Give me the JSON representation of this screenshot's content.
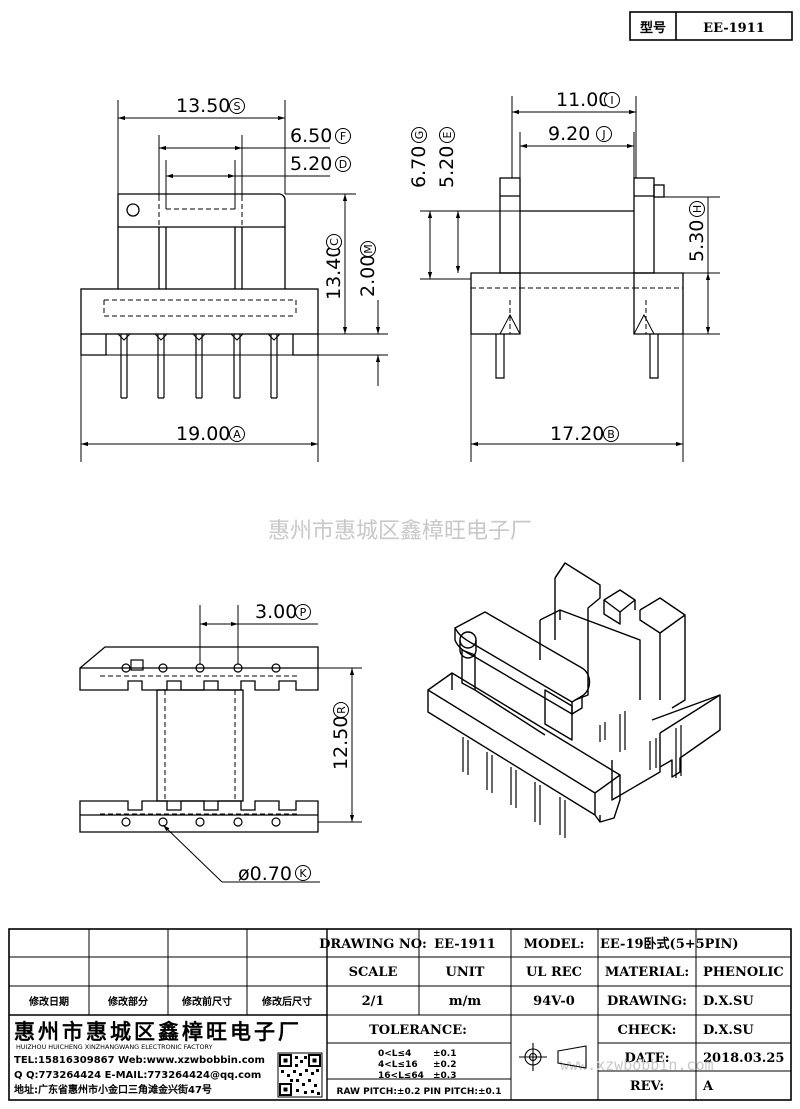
{
  "header": {
    "label": "型号",
    "model": "EE-1911"
  },
  "dimensions": {
    "top_width": "13.50",
    "top_width_code": "S",
    "window_outer": "6.50",
    "window_outer_code": "F",
    "window_inner": "5.20",
    "window_inner_code": "D",
    "height_total": "13.40",
    "height_total_code": "C",
    "pin_standoff": "2.00",
    "pin_standoff_code": "M",
    "base_width": "19.00",
    "base_width_code": "A",
    "side_span": "11.00",
    "side_span_code": "I",
    "side_inner": "9.20",
    "side_inner_code": "J",
    "flange_h1": "6.70",
    "flange_h1_code": "G",
    "flange_h2": "5.20",
    "flange_h2_code": "E",
    "flange_h3": "5.30",
    "flange_h3_code": "H",
    "side_length": "17.20",
    "side_length_code": "B",
    "pin_pitch": "3.00",
    "pin_pitch_code": "P",
    "row_spacing": "12.50",
    "row_spacing_code": "R",
    "pin_dia": "ø0.70",
    "pin_dia_code": "K"
  },
  "watermark": {
    "company": "惠州市惠城区鑫樟旺电子厂",
    "url": "www.xzwbobbin.com"
  },
  "title_block": {
    "drawing_no_label": "DRAWING NO:",
    "drawing_no": "EE-1911",
    "model_label": "MODEL:",
    "model": "EE-19卧式(5+5PIN)",
    "scale_label": "SCALE",
    "unit_label": "UNIT",
    "ul_rec_label": "UL REC",
    "material_label": "MATERIAL:",
    "material": "PHENOLIC",
    "scale": "2/1",
    "unit": "m/m",
    "ul_rec": "94V-0",
    "drawing_label": "DRAWING:",
    "drawing_by": "D.X.SU",
    "check_label": "CHECK:",
    "check_by": "D.X.SU",
    "date_label": "DATE:",
    "date": "2018.03.25",
    "rev_label": "REV:",
    "rev": "A",
    "tolerance_label": "TOLERANCE:",
    "tol1_range": "0<L≤4",
    "tol1_val": "±0.1",
    "tol2_range": "4<L≤16",
    "tol2_val": "±0.2",
    "tol3_range": "16<L≤64",
    "tol3_val": "±0.3",
    "pitch_note": "RAW PITCH:±0.2 PIN PITCH:±0.1",
    "rev_cols": [
      "修改日期",
      "修改部分",
      "修改前尺寸",
      "修改后尺寸"
    ]
  },
  "company": {
    "name_cn": "惠州市惠城区鑫樟旺电子厂",
    "name_en": "HUIZHOU HUICHENG XINZHANGWANG ELECTRONIC FACTORY",
    "tel_line": "TEL:15816309867 Web:www.xzwbobbin.com",
    "qq_line": "Q Q:773264424 E-MAIL:773264424@qq.com",
    "address_line": "地址:广东省惠州市小金口三角滩金兴街47号"
  }
}
